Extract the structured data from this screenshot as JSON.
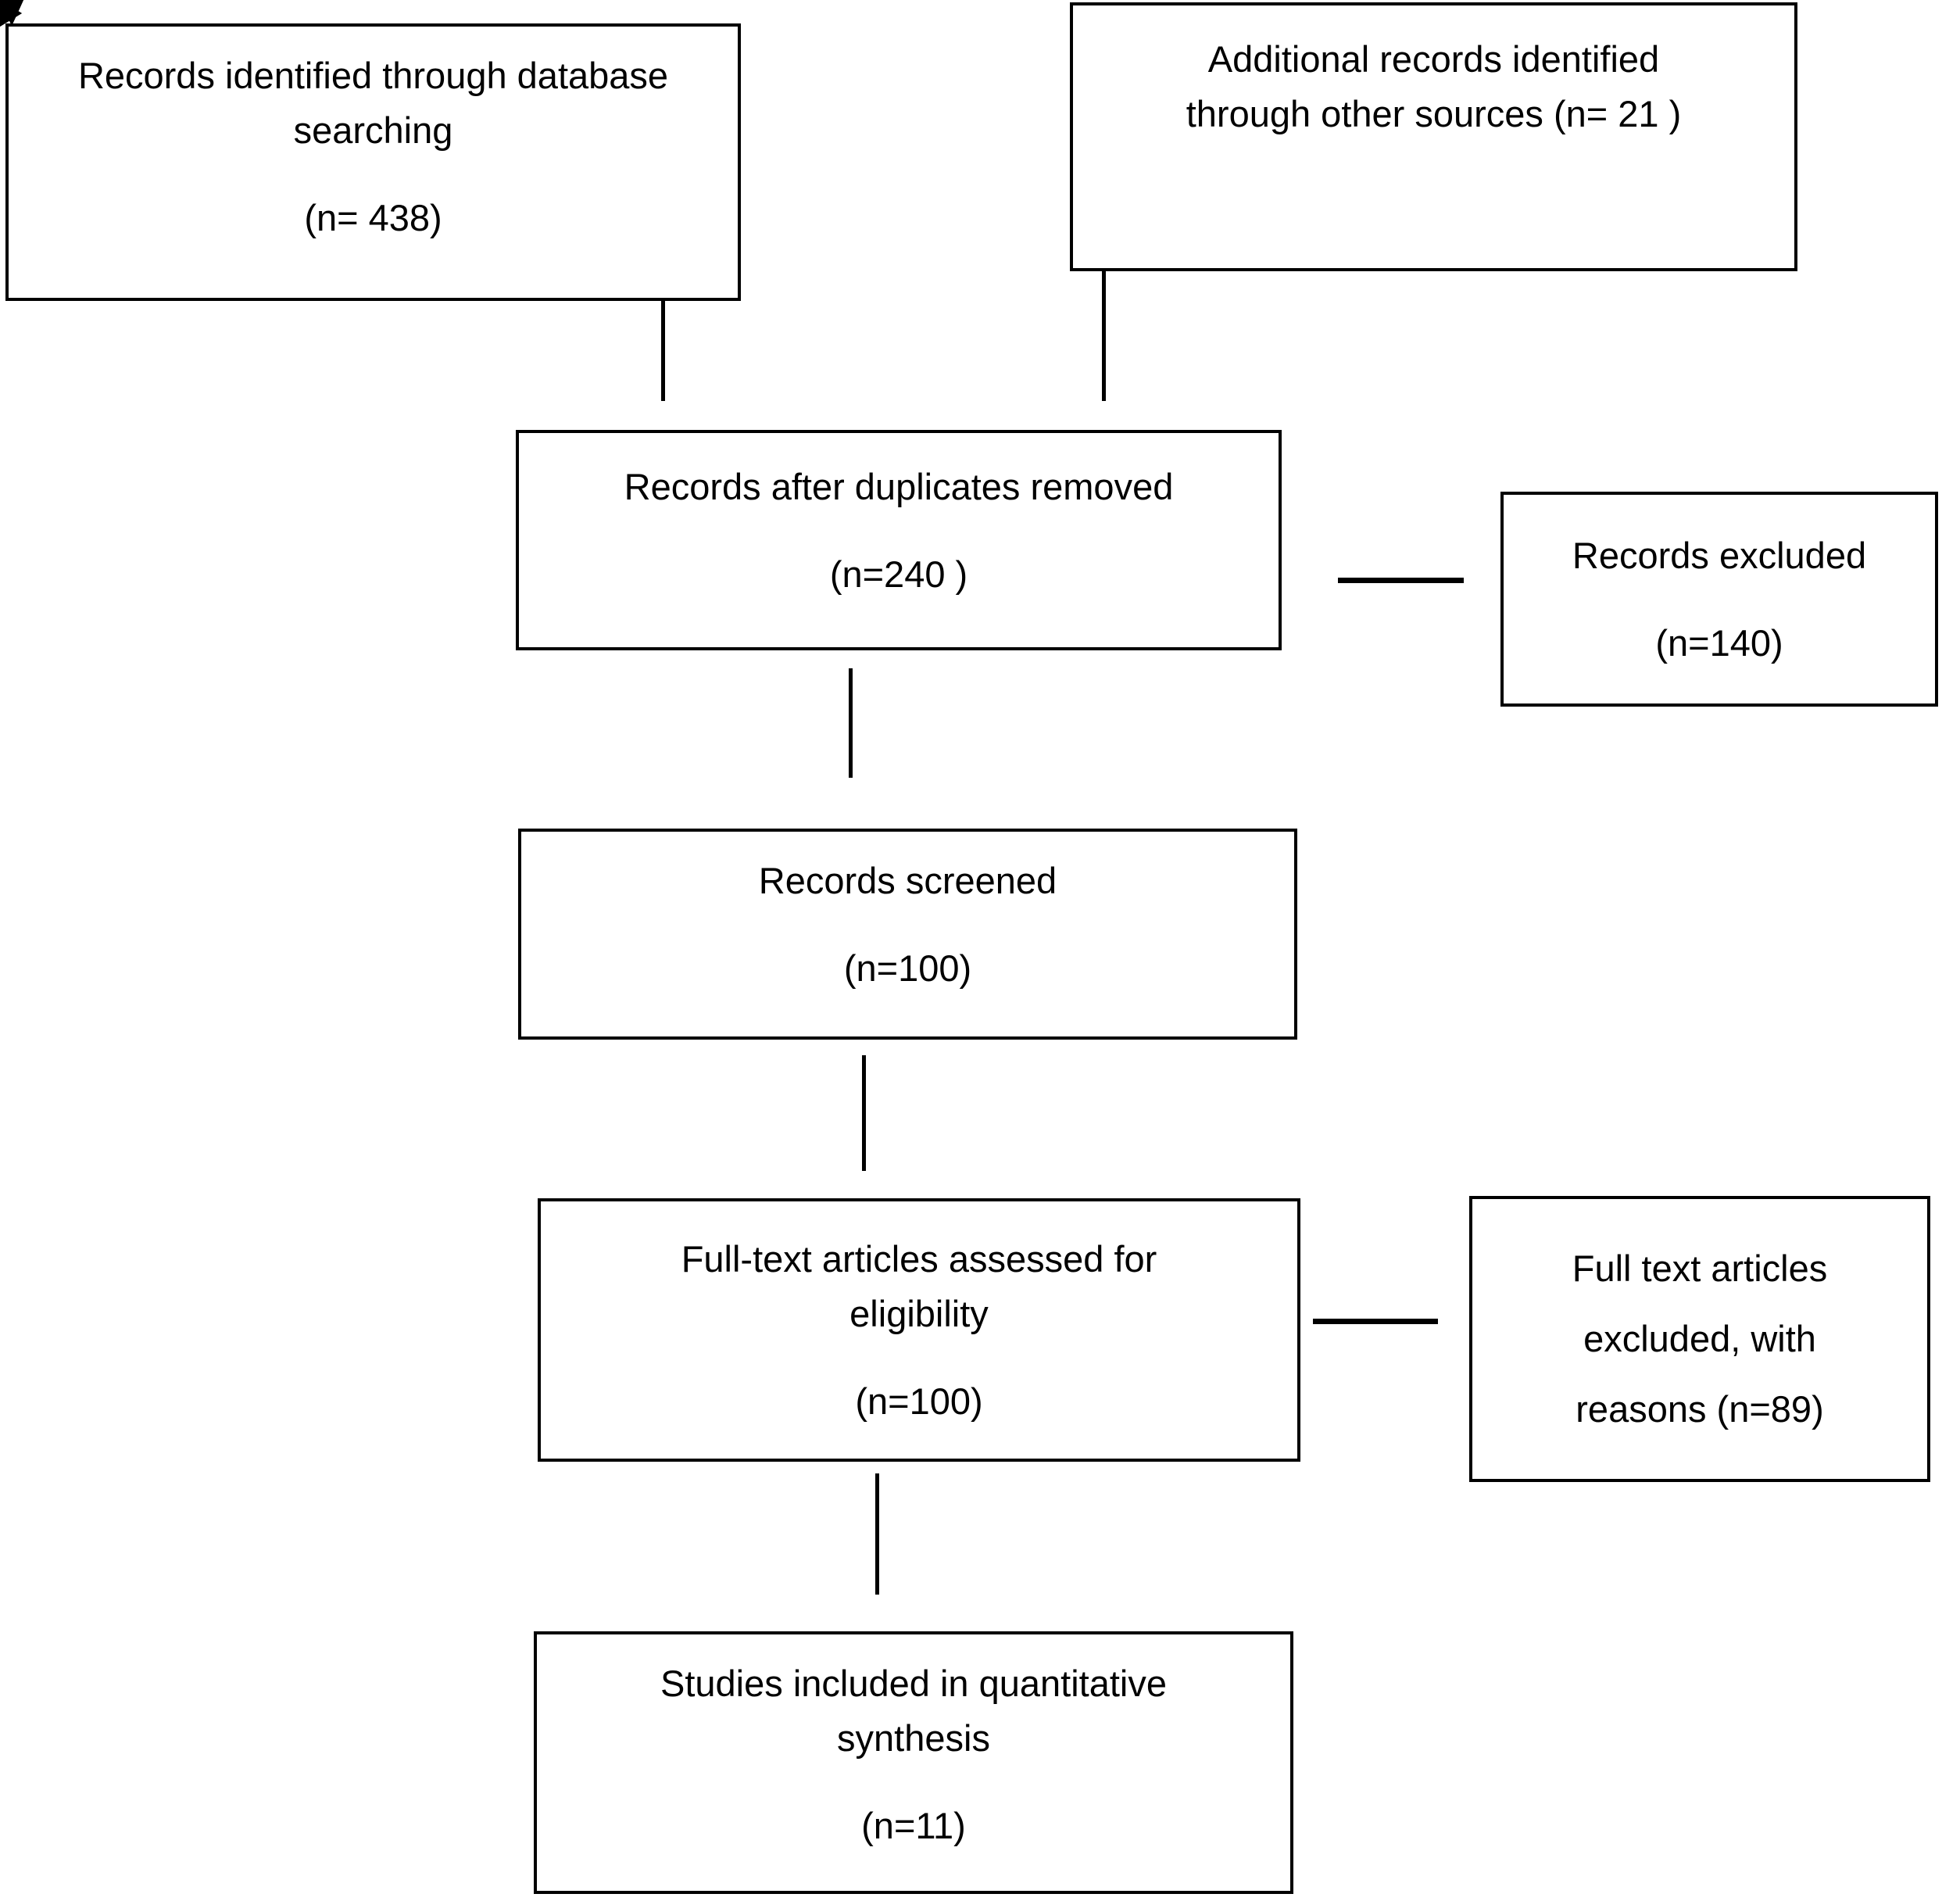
{
  "figure": {
    "background_color": "#ffffff",
    "ink_color": "#000000"
  },
  "boxes": {
    "identified": {
      "lines": [
        "Records identified through database",
        "searching"
      ],
      "count": "(n= 438)"
    },
    "additional": {
      "lines": [
        "Additional records identified",
        "through other sources (n= 21 )"
      ]
    },
    "after_duplicates": {
      "lines": [
        "Records after duplicates removed"
      ],
      "count": "(n=240 )"
    },
    "records_excluded": {
      "lines": [
        "Records excluded"
      ],
      "count": "(n=140)"
    },
    "screened": {
      "lines": [
        "Records screened"
      ],
      "count": "(n=100)"
    },
    "fulltext_assessed": {
      "lines": [
        "Full-text articles assessed for",
        "eligibility"
      ],
      "count": "(n=100)"
    },
    "fulltext_excluded": {
      "lines": [
        "Full text articles",
        "excluded, with",
        "reasons (n=89)"
      ]
    },
    "included_quantitative": {
      "lines": [
        "Studies included in quantitative",
        "synthesis"
      ],
      "count": "(n=11)"
    }
  }
}
